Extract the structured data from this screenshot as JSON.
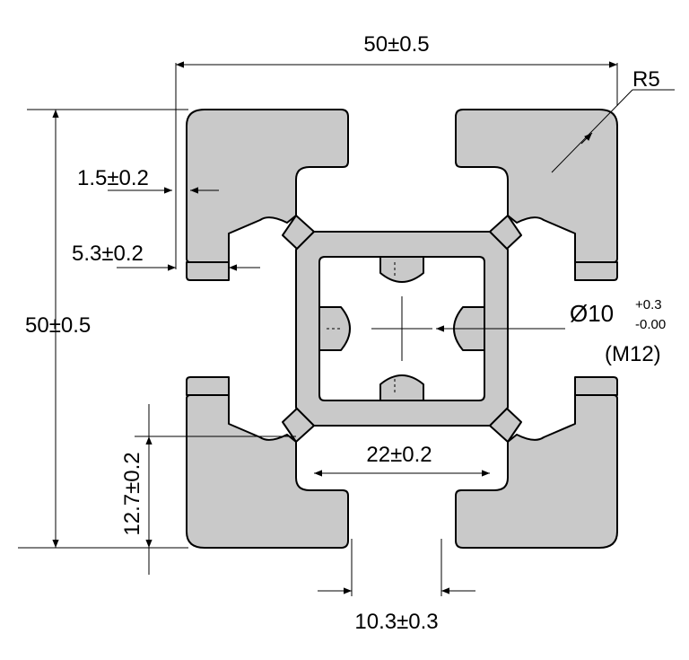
{
  "colors": {
    "profile_fill": "#c9c9c9",
    "outline": "#000000",
    "dimension_line": "#000000",
    "background": "#ffffff"
  },
  "dimensions": {
    "overall_width": "50±0.5",
    "overall_height": "50±0.5",
    "corner_radius": "R5",
    "wall_thickness": "1.5±0.2",
    "slot_lip": "5.3±0.2",
    "center_bore_symbol": "Ø10",
    "center_bore_tol_upper": "+0.3",
    "center_bore_tol_lower": "-0.00",
    "center_bore_thread": "(M12)",
    "inner_slot_width": "22±0.2",
    "slot_depth": "12.7±0.2",
    "slot_opening": "10.3±0.3"
  }
}
